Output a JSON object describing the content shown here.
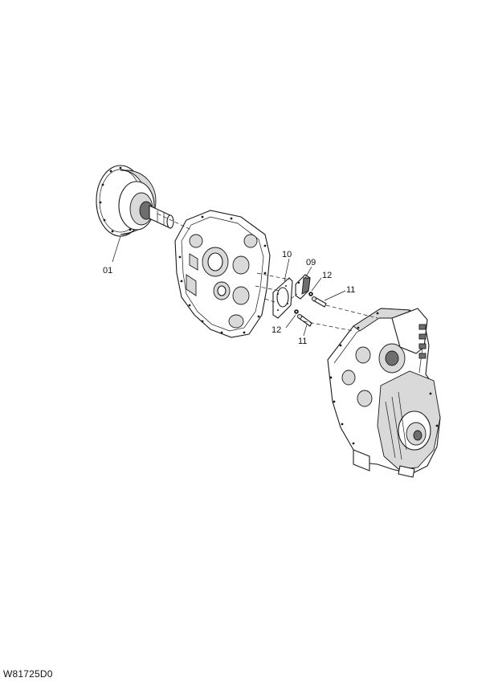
{
  "drawing_code": "W81725D0",
  "callouts": {
    "part_01": "01",
    "part_09": "09",
    "part_10": "10",
    "part_11_upper": "11",
    "part_11_lower": "11",
    "part_12_upper": "12",
    "part_12_lower": "12"
  },
  "colors": {
    "line": "#1a1a1a",
    "background": "#ffffff",
    "shade": "#d9d9d9"
  }
}
